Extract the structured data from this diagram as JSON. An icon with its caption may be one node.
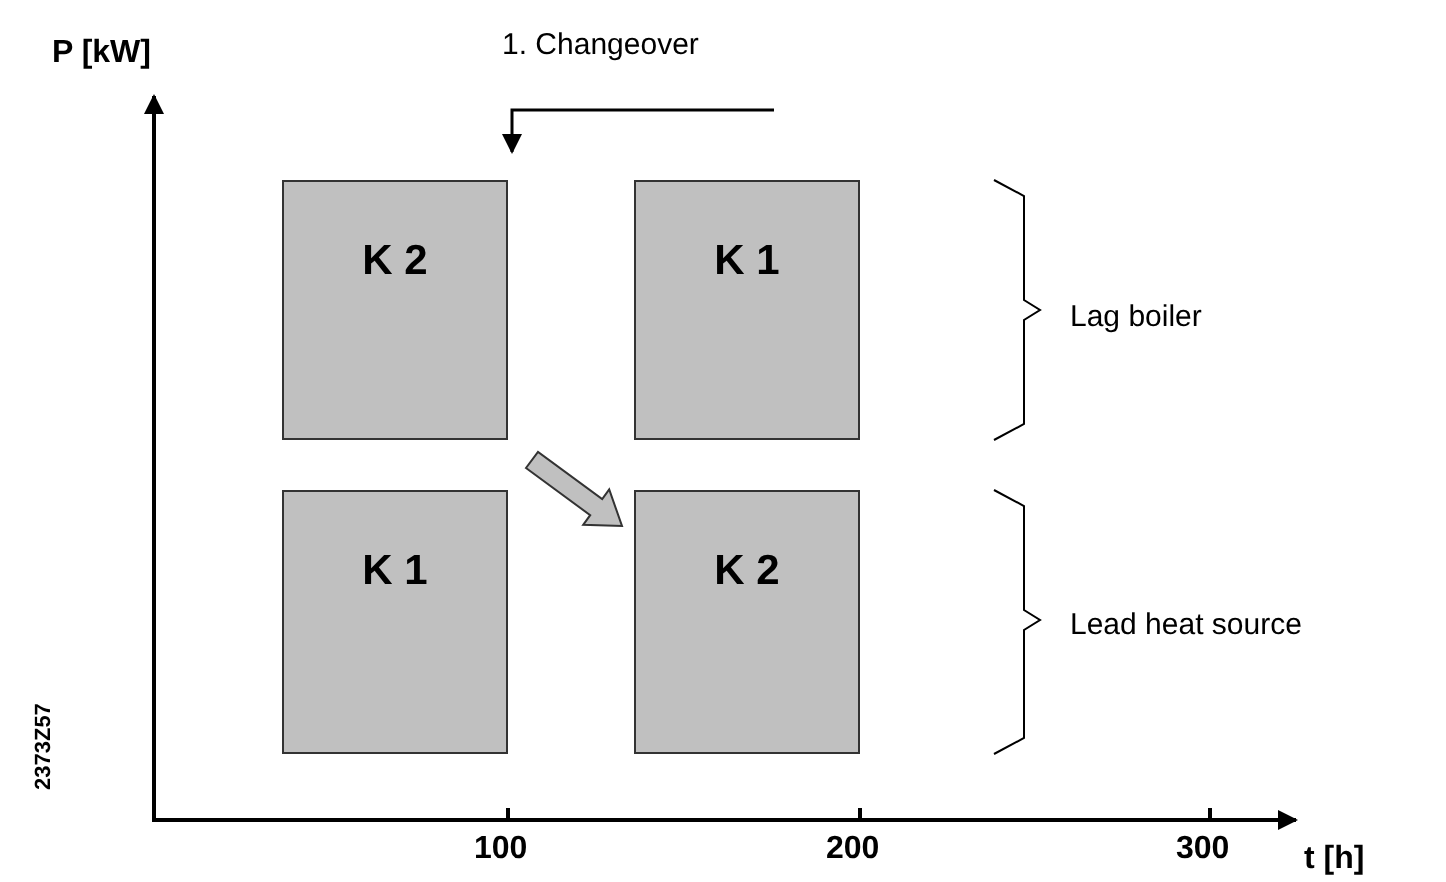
{
  "diagram": {
    "nodes": [
      {
        "text": [
          "K 2"
        ]
      },
      {
        "text": [
          "K 1"
        ]
      },
      {
        "text": [
          "K 1"
        ]
      },
      {
        "text": [
          "K 2"
        ]
      }
    ],
    "edges": [
      {
        "from": 0,
        "to": 3,
        "arrow": "to"
      }
    ],
    "labels": [
      "P [kW]",
      "1. Changeover",
      "Lag boiler",
      "Lead heat source",
      "2373Z57",
      "100",
      "200",
      "300",
      "t [h]"
    ]
  }
}
